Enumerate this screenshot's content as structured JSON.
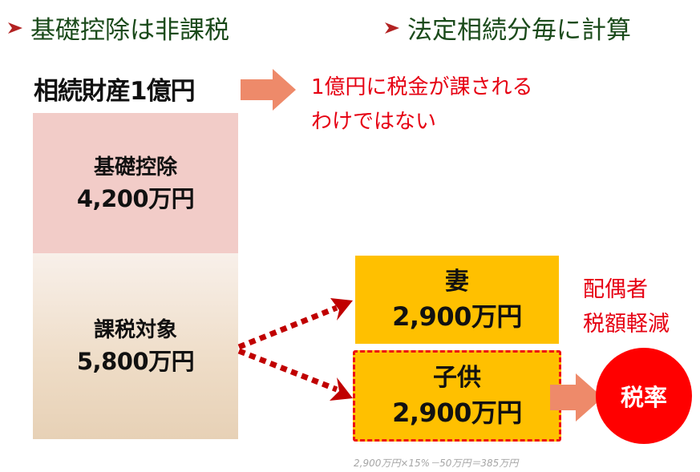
{
  "headings": {
    "left": "基礎控除は非課税",
    "right": "法定相続分毎に計算",
    "bullet_icon": "arrowhead-bullet"
  },
  "estate": {
    "title": "相続財産1億円",
    "note_line1": "1億円に税金が課される",
    "note_line2": "わけではない"
  },
  "stack": {
    "deduction": {
      "label": "基礎控除",
      "value": "4,200万円"
    },
    "taxable": {
      "label": "課税対象",
      "value": "5,800万円"
    }
  },
  "heirs": [
    {
      "label": "妻",
      "value": "2,900万円"
    },
    {
      "label": "子供",
      "value": "2,900万円"
    }
  ],
  "spouse_note": {
    "line1": "配偶者",
    "line2": "税額軽減"
  },
  "rate_circle": {
    "label": "税率"
  },
  "formula": "2,900万円×15%－50万円＝385万円",
  "colors": {
    "heading_text": "#1a4a1a",
    "bullet": "#b22222",
    "red_text": "#e60012",
    "deduction_fill": "#f2ccc8",
    "taxable_fill_top": "#f8f0ea",
    "taxable_fill_bottom": "#e7d1b6",
    "heir_fill": "#ffc000",
    "dashed_border": "#ee1111",
    "block_arrow": "#ee8a6a",
    "dotted_arrow": "#c00000",
    "circle_fill": "#ff0000",
    "formula_text": "#a6a6a6"
  }
}
